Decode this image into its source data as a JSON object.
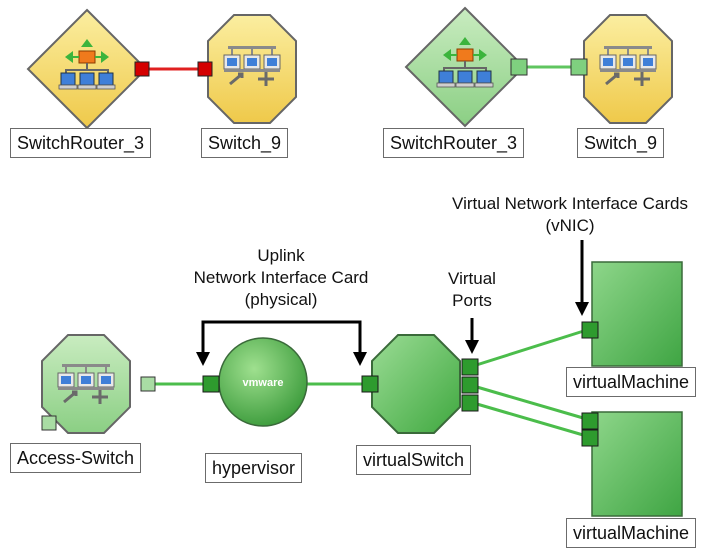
{
  "top_left": {
    "node_a_label": "SwitchRouter_3",
    "node_b_label": "Switch_9",
    "link_color": "#e02020",
    "port_color": "#d40000"
  },
  "top_right": {
    "node_a_label": "SwitchRouter_3",
    "node_b_label": "Switch_9",
    "link_color": "#5fc55f",
    "port_color": "#7fd07f"
  },
  "bottom": {
    "access_switch_label": "Access-Switch",
    "hypervisor_label": "hypervisor",
    "hypervisor_logo": "vmware",
    "virtual_switch_label": "virtualSwitch",
    "vm1_label": "virtualMachine",
    "vm2_label": "virtualMachine",
    "annotations": {
      "uplink": [
        "Uplink",
        "Network Interface Card",
        "(physical)"
      ],
      "virtual_ports": [
        "Virtual",
        "Ports"
      ],
      "vnic": [
        "Virtual Network Interface Cards",
        "(vNIC)"
      ]
    }
  },
  "colors": {
    "router_fill": "#f5dc6a",
    "switch_fill": "#f5dc6a",
    "green_fill": "#5cbf5c",
    "green_port": "#2e9b2e",
    "green_link": "#4bbd4b"
  }
}
